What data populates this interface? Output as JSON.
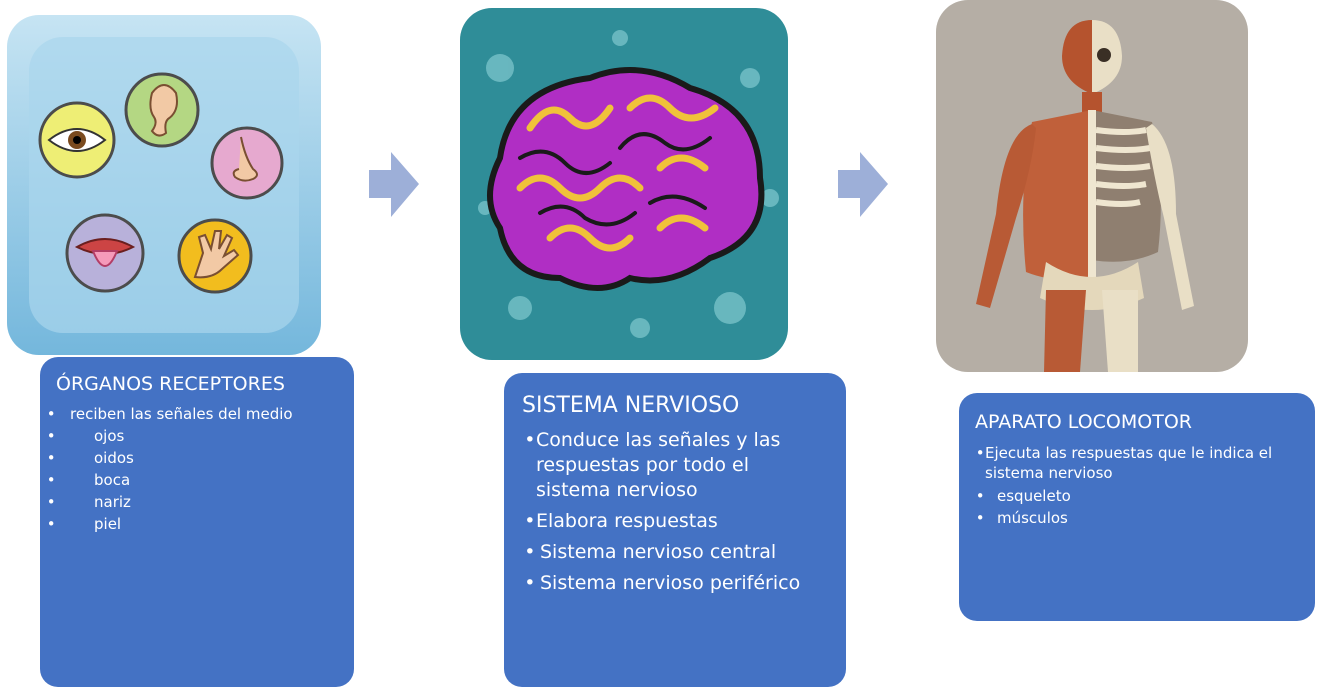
{
  "steps": [
    {
      "title": "ÓRGANOS RECEPTORES",
      "items": [
        {
          "text": "reciben las señales del medio",
          "level": 1
        },
        {
          "text": "ojos",
          "level": 2
        },
        {
          "text": "oidos",
          "level": 2
        },
        {
          "text": "boca",
          "level": 2
        },
        {
          "text": "nariz",
          "level": 2
        },
        {
          "text": "piel",
          "level": 2
        }
      ],
      "image_icon": "sense-organs-icon"
    },
    {
      "title": "SISTEMA NERVIOSO",
      "items": [
        {
          "text": "Conduce las señales y las respuestas por todo el sistema nervioso",
          "level": 1
        },
        {
          "text": "Elabora respuestas",
          "level": 1
        },
        {
          "text": "Sistema nervioso central",
          "level": 2
        },
        {
          "text": "Sistema nervioso periférico",
          "level": 2
        }
      ],
      "image_icon": "brain-icon"
    },
    {
      "title": "APARATO LOCOMOTOR",
      "items": [
        {
          "text": "Ejecuta las respuestas que le indica el sistema nervioso",
          "level": 1
        },
        {
          "text": "esqueleto",
          "level": 2
        },
        {
          "text": "músculos",
          "level": 2
        }
      ],
      "image_icon": "human-musculoskeletal-icon"
    }
  ],
  "colors": {
    "text_card": "#4472c4",
    "arrow": "#9dafd8",
    "senses_bg": "#8fc9e6",
    "brain_bg": "#2f8d98",
    "brain_fill": "#b02ec4",
    "locomotor_bg": "#b5aea5"
  }
}
